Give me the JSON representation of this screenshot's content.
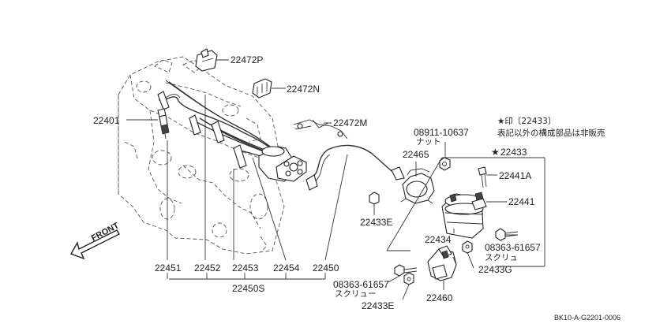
{
  "parts": {
    "p22472P": "22472P",
    "p22472N": "22472N",
    "p22401": "22401",
    "p22472M": "22472M",
    "p08911": "08911-10637",
    "p08911_sub": "ナット",
    "p22465": "22465",
    "p22433E_top": "22433E",
    "p22433": "22433",
    "p22441A": "22441A",
    "p22441": "22441",
    "p22434": "22434",
    "p08363_right": "08363-61657",
    "p08363_right_sub": "スクリュ",
    "p22433G": "22433G",
    "p22460": "22460",
    "p08363_left": "08363-61657",
    "p08363_left_sub": "スクリュー",
    "p22433E_bottom": "22433E",
    "p22451": "22451",
    "p22452": "22452",
    "p22453": "22453",
    "p22454": "22454",
    "p22450": "22450",
    "p22450S": "22450S"
  },
  "note": {
    "line1": "★印〔22433〕",
    "line2": "表記以外の構成部品は非販売"
  },
  "star_marker": "★",
  "front_label": "FRONT",
  "drawing_code": "BK10-A-G2201-0006"
}
